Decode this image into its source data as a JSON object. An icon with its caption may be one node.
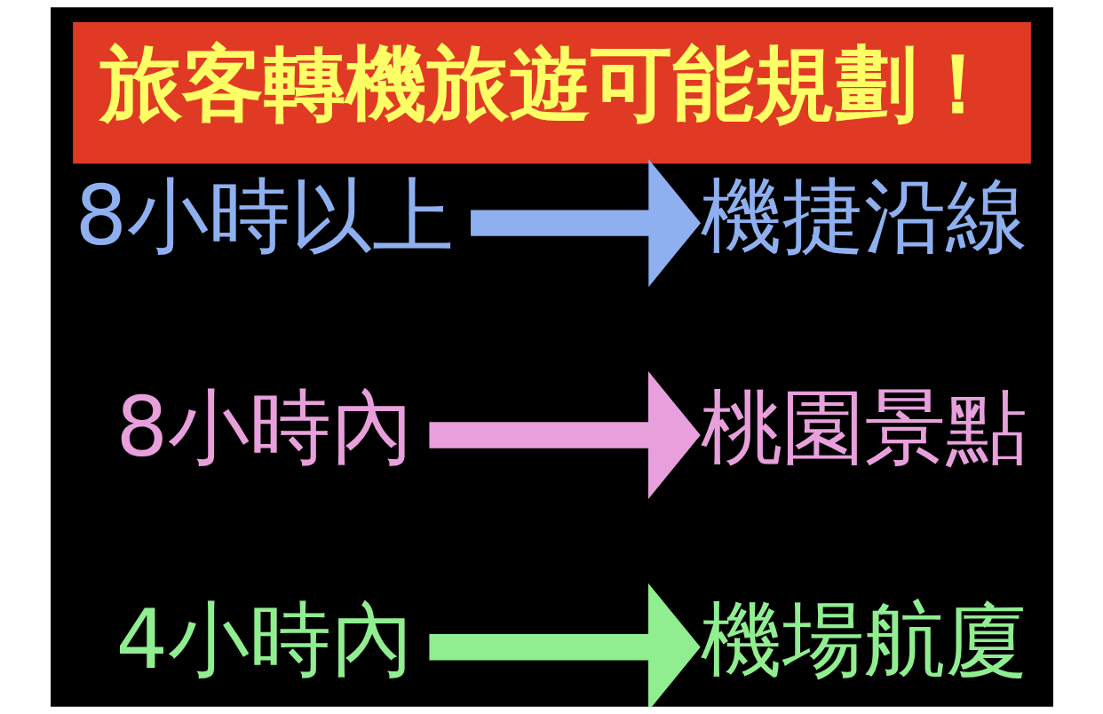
{
  "diagram": {
    "title": "旅客轉機旅遊可能規劃！",
    "nodes": [
      {
        "text": [
          "4小時內"
        ]
      },
      {
        "text": [
          "機場航廈"
        ]
      },
      {
        "text": [
          "8小時內"
        ]
      },
      {
        "text": [
          "桃園景點"
        ]
      },
      {
        "text": [
          "8小時以上"
        ]
      },
      {
        "text": [
          "機捷沿線"
        ]
      }
    ],
    "edges": [
      {
        "from": 0,
        "to": 1,
        "arrow": "to",
        "color": "#90ee90"
      },
      {
        "from": 2,
        "to": 3,
        "arrow": "to",
        "color": "#e8a0dc"
      },
      {
        "from": 4,
        "to": 5,
        "arrow": "to",
        "color": "#8fb0f0"
      }
    ]
  }
}
